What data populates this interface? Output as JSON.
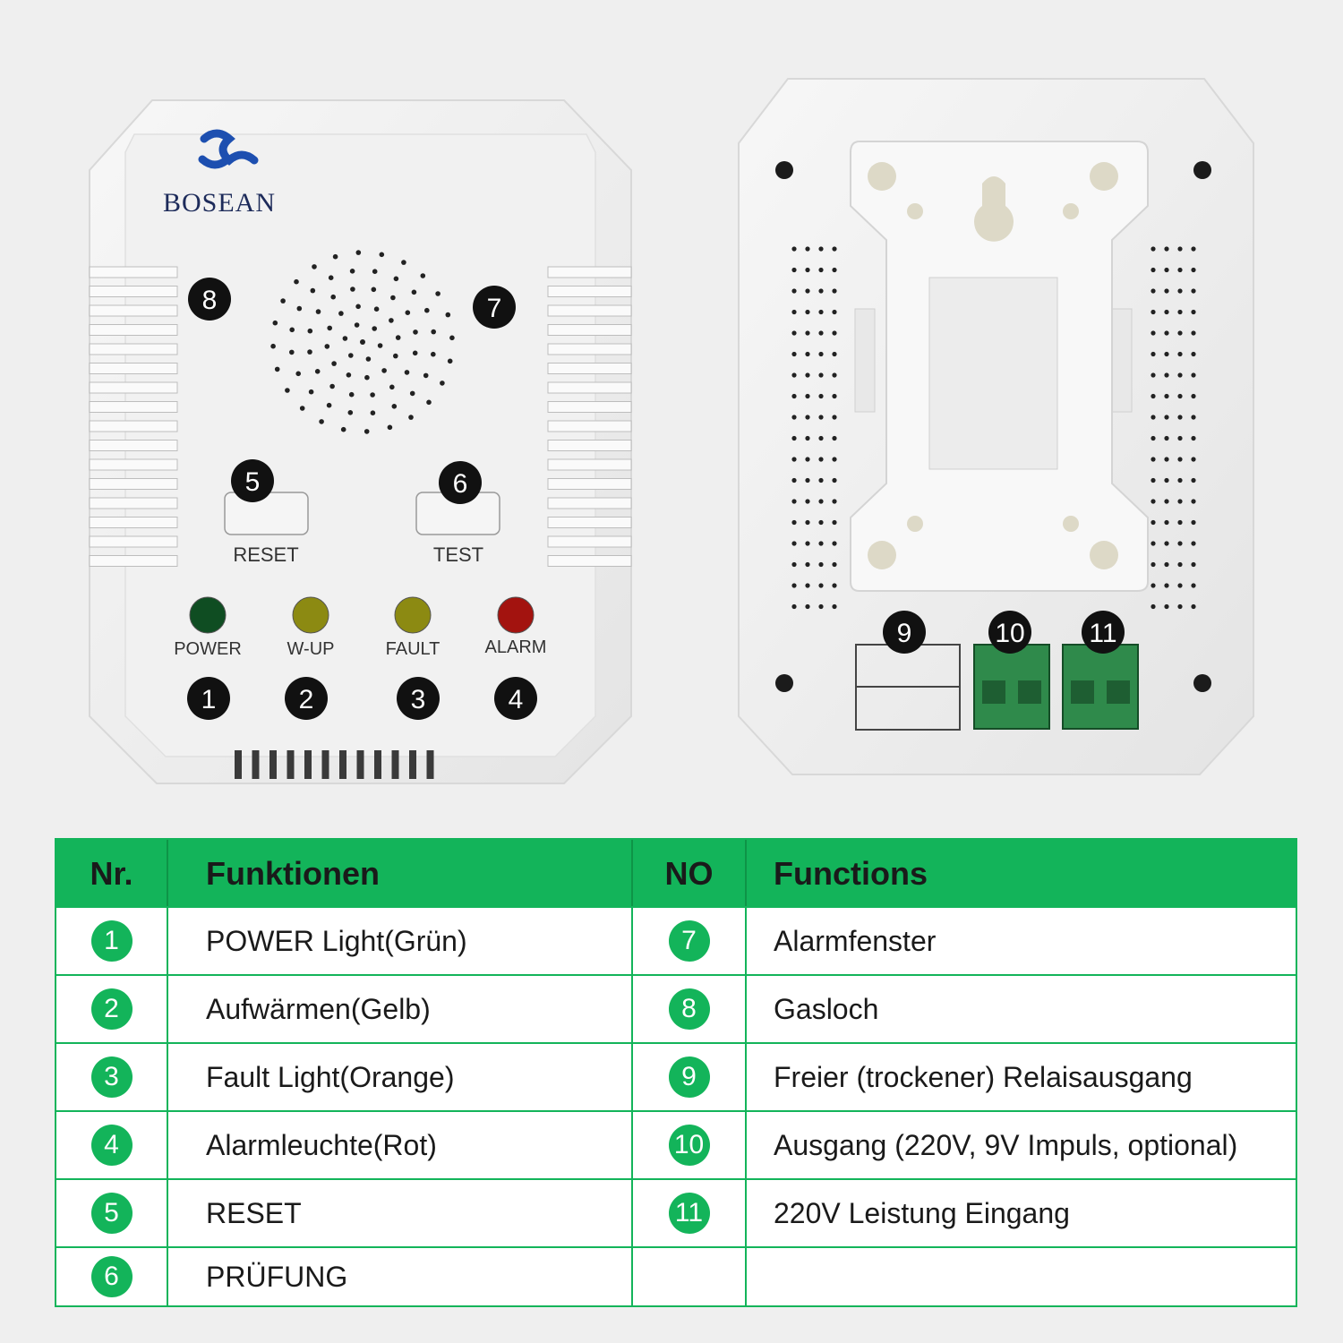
{
  "device": {
    "brand": "BOSEAN",
    "buttons": {
      "reset": "RESET",
      "test": "TEST"
    },
    "leds": [
      {
        "label": "POWER",
        "color": "#0f4d22"
      },
      {
        "label": "W-UP",
        "color": "#8c8a12"
      },
      {
        "label": "FAULT",
        "color": "#8c8a12"
      },
      {
        "label": "ALARM",
        "color": "#a3130f"
      }
    ],
    "callouts": [
      "1",
      "2",
      "3",
      "4",
      "5",
      "6",
      "7",
      "8",
      "9",
      "10",
      "11"
    ]
  },
  "table": {
    "headers": {
      "nr": "Nr.",
      "funktionen": "Funktionen",
      "no": "NO",
      "functions": "Functions"
    },
    "rows": [
      {
        "left_num": "1",
        "left_text": "POWER Light(Grün)",
        "right_num": "7",
        "right_text": "Alarmfenster"
      },
      {
        "left_num": "2",
        "left_text": "Aufwärmen(Gelb)",
        "right_num": "8",
        "right_text": "Gasloch"
      },
      {
        "left_num": "3",
        "left_text": "Fault Light(Orange)",
        "right_num": "9",
        "right_text": "Freier (trockener) Relaisausgang"
      },
      {
        "left_num": "4",
        "left_text": "Alarmleuchte(Rot)",
        "right_num": "10",
        "right_text": "Ausgang (220V, 9V Impuls, optional)"
      },
      {
        "left_num": "5",
        "left_text": "RESET",
        "right_num": "11",
        "right_text": "220V Leistung Eingang"
      },
      {
        "left_num": "6",
        "left_text": "PRÜFUNG",
        "right_num": "",
        "right_text": ""
      }
    ]
  },
  "colors": {
    "accent": "#13b45a",
    "badge": "#111111",
    "terminal": "#2f8a4b"
  }
}
